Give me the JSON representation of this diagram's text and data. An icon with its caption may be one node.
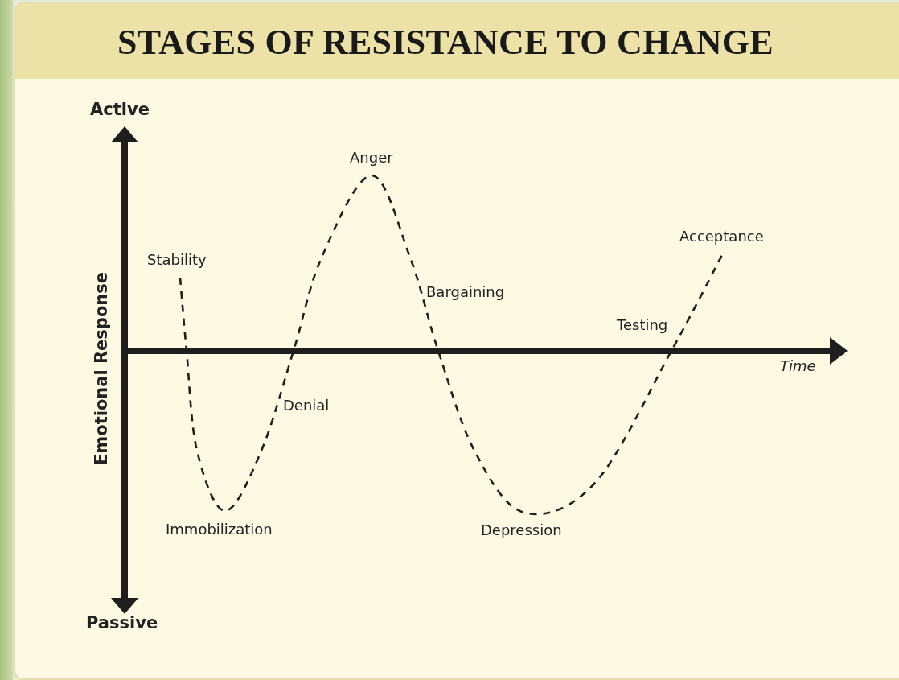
{
  "diagram": {
    "title": "STAGES OF RESISTANCE TO CHANGE",
    "labels": [
      "Active",
      "Anger",
      "Acceptance",
      "Stability",
      "Emotional Response",
      "Bargaining",
      "Testing",
      "Time",
      "Denial",
      "Immobilization",
      "Depression",
      "Passive"
    ]
  }
}
